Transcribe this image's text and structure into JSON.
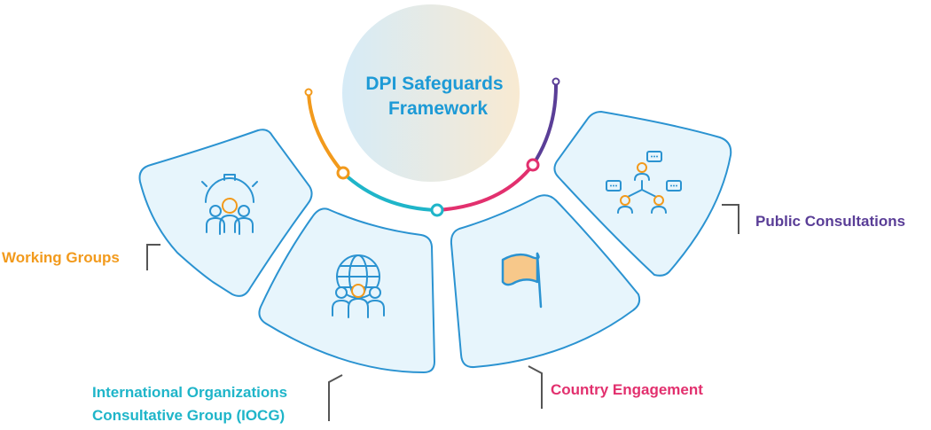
{
  "center": {
    "title_line1": "DPI Safeguards",
    "title_line2": "Framework"
  },
  "pillars": [
    {
      "label": "Working Groups",
      "icon": "team-gear-icon"
    },
    {
      "label_line1": "International Organizations",
      "label_line2": "Consultative Group (IOCG)",
      "icon": "globe-people-icon"
    },
    {
      "label": "Country Engagement",
      "icon": "flag-icon"
    },
    {
      "label": "Public Consultations",
      "icon": "consultation-network-icon"
    }
  ],
  "colors": {
    "title": "#1d9ad6",
    "orange": "#f29a1c",
    "teal": "#1fb5c9",
    "pink": "#e2306e",
    "purple": "#5a3e97",
    "icon_blue": "#2b93d1",
    "card_fill": "#e7f5fc",
    "card_stroke": "#2b93d1"
  }
}
